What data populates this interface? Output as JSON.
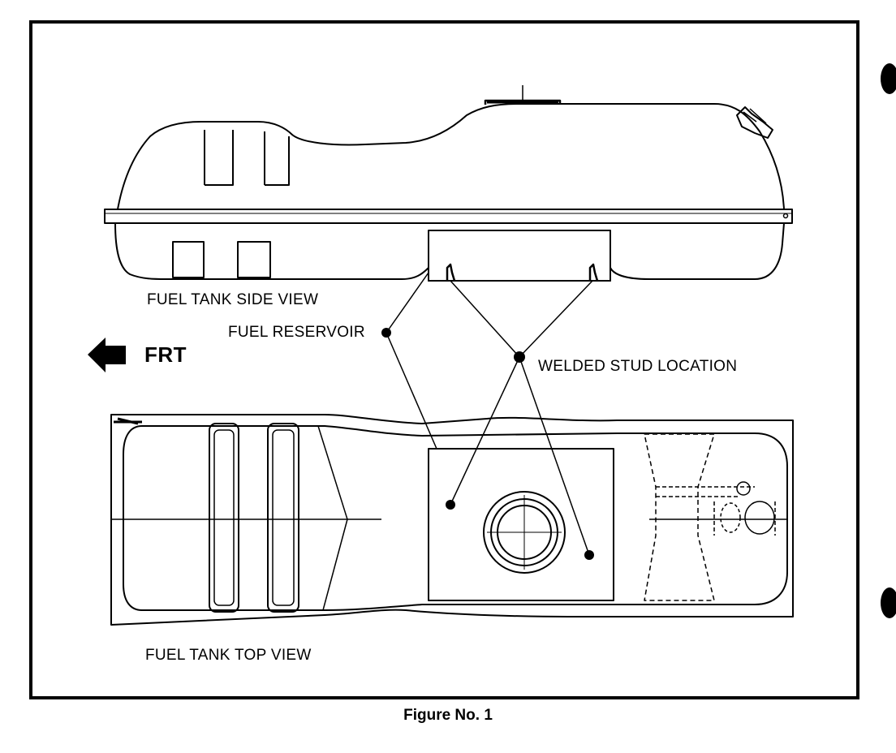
{
  "labels": {
    "side_view": "FUEL TANK SIDE VIEW",
    "top_view": "FUEL TANK TOP VIEW",
    "fuel_reservoir": "FUEL RESERVOIR",
    "welded_stud": "WELDED STUD LOCATION",
    "front": "FRT"
  },
  "caption": "Figure No. 1",
  "colors": {
    "ink": "#000000",
    "paper": "#ffffff"
  },
  "icons": {
    "front_arrow": "arrow-left-icon",
    "binder_holes": "punch-hole-icon"
  }
}
